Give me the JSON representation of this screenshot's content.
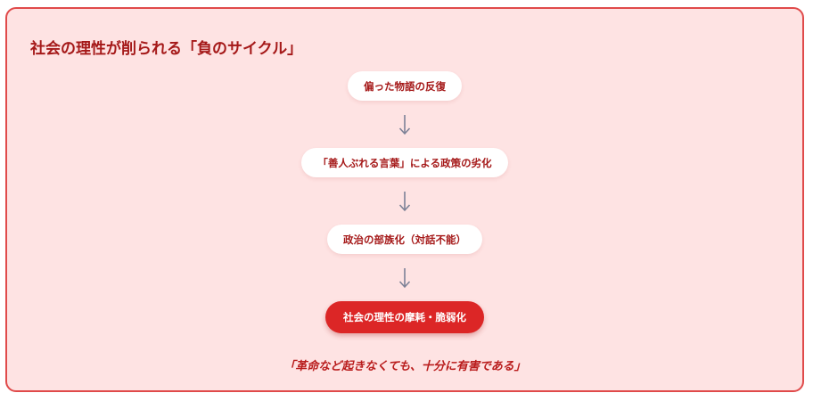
{
  "title": "社会の理性が削られる「負のサイクル」",
  "steps": [
    "偏った物語の反復",
    "「善人ぶれる言葉」による政策の劣化",
    "政治の部族化（対話不能）",
    "社会の理性の摩耗・脆弱化"
  ],
  "quote": "「革命など起きなくても、十分に有害である」",
  "colors": {
    "background": "#fee3e3",
    "border": "#e04a4a",
    "text": "#a51919",
    "accent": "#dc2626",
    "arrow": "#7c8196"
  },
  "icons": {
    "connector": "arrow-down-icon"
  }
}
